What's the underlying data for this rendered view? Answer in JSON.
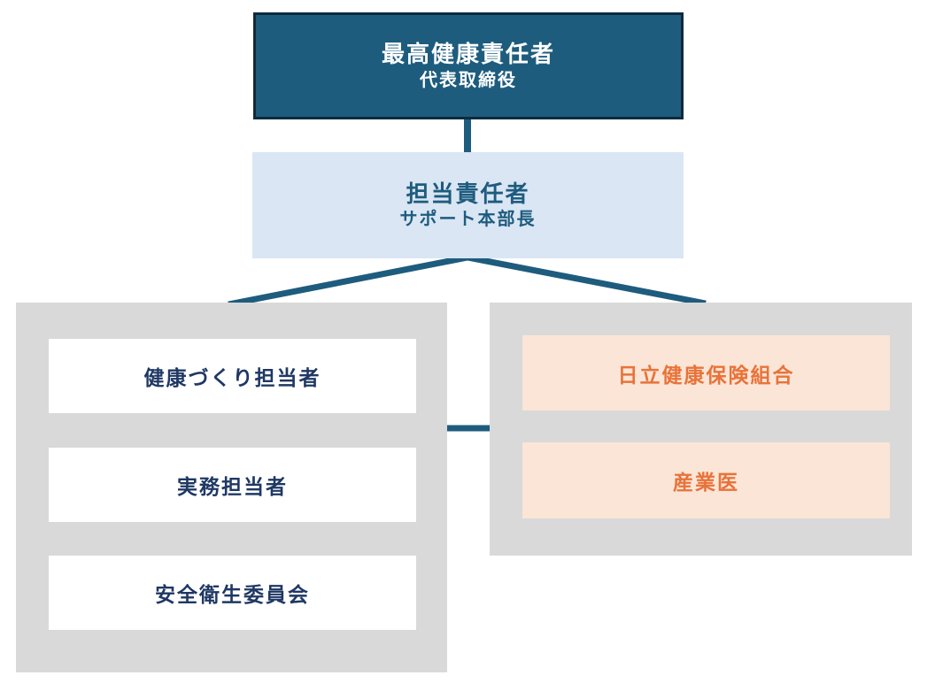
{
  "diagram": {
    "type": "org-chart",
    "root": {
      "title": "最高健康責任者",
      "subtitle": "代表取締役"
    },
    "manager": {
      "title": "担当責任者",
      "subtitle": "サポート本部長"
    },
    "left_group": {
      "items": [
        {
          "label": "健康づくり担当者"
        },
        {
          "label": "実務担当者"
        },
        {
          "label": "安全衛生委員会"
        }
      ]
    },
    "right_group": {
      "items": [
        {
          "label": "日立健康保険組合"
        },
        {
          "label": "産業医"
        }
      ]
    },
    "colors": {
      "root_fill": "#1E5C7E",
      "root_border": "#0E2A3C",
      "root_text": "#FFFFFF",
      "manager_fill": "#DAE6F4",
      "manager_text": "#1E5C7E",
      "panel_fill": "#D9D9D9",
      "left_item_fill": "#FFFFFF",
      "left_item_text": "#1F3864",
      "right_item_fill": "#FBE5D6",
      "right_item_text": "#E8733A",
      "connector": "#1E5C7E"
    }
  }
}
